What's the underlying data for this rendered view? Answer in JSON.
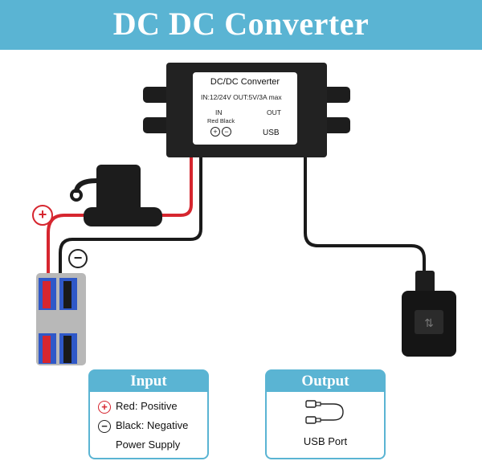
{
  "banner": {
    "title": "DC DC Converter",
    "color": "#5ab4d3"
  },
  "converter_label": {
    "title": "DC/DC Converter",
    "spec": "IN:12/24V   OUT:5V/3A max",
    "in_label": "IN",
    "red_black": "Red Black",
    "out_label": "OUT",
    "usb_label": "USB"
  },
  "polarity": {
    "plus_symbol": "+",
    "minus_symbol": "−"
  },
  "input_card": {
    "title": "Input",
    "rows": [
      "Red: Positive",
      "Black: Negative",
      "Power Supply"
    ]
  },
  "output_card": {
    "title": "Output",
    "label": "USB Port"
  },
  "colors": {
    "accent": "#5ab4d3",
    "positive": "#d6262f",
    "negative": "#222222"
  }
}
